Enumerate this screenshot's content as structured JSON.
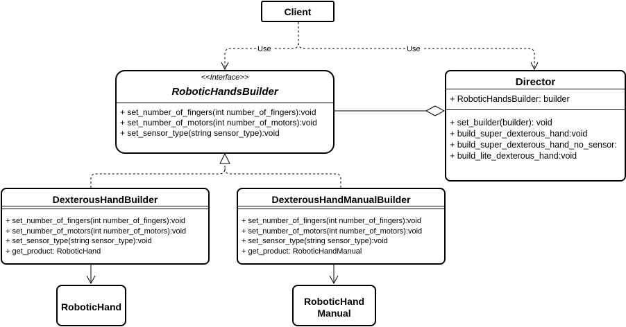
{
  "client": {
    "title": "Client"
  },
  "labels": {
    "use_left": "Use",
    "use_right": "Use"
  },
  "interface": {
    "stereotype": "<<Interface>>",
    "title": "RoboticHandsBuilder",
    "operations": [
      "+ set_number_of_fingers(int number_of_fingers):void",
      "+ set_number_of_motors(int number_of_motors):void",
      "+ set_sensor_type(string sensor_type):void"
    ]
  },
  "director": {
    "title": "Director",
    "attributes": [
      "+ RoboticHandsBuilder: builder"
    ],
    "operations": [
      "+ set_builder(builder): void",
      "+ build_super_dexterous_hand:void",
      "+ build_super_dexterous_hand_no_sensor:",
      "+ build_lite_dexterous_hand:void"
    ]
  },
  "dexterous_builder": {
    "title": "DexterousHandBuilder",
    "operations": [
      "+ set_number_of_fingers(int number_of_fingers):void",
      "+ set_number_of_motors(int number_of_motors):void",
      "+ set_sensor_type(string sensor_type):void",
      "+ get_product: RoboticHand"
    ]
  },
  "manual_builder": {
    "title": "DexterousHandManualBuilder",
    "operations": [
      "+ set_number_of_fingers(int number_of_fingers):void",
      "+ set_number_of_motors(int number_of_motors):void",
      "+ set_sensor_type(string sensor_type):void",
      "+ get_product: RoboticHandManual"
    ]
  },
  "robotic_hand": {
    "title": "RoboticHand"
  },
  "robotic_hand_manual": {
    "title_line1": "RoboticHand",
    "title_line2": "Manual"
  }
}
